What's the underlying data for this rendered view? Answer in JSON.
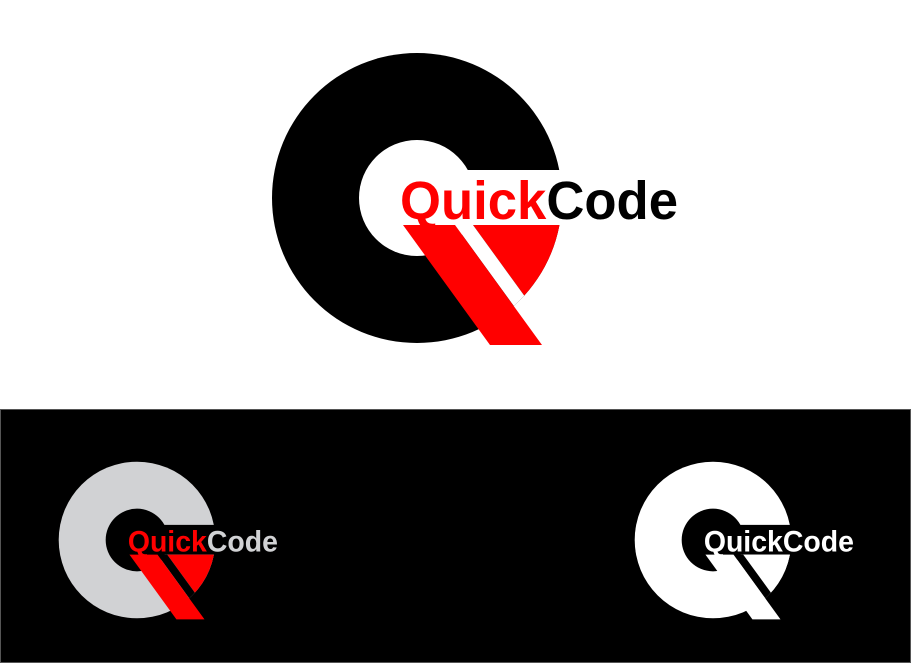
{
  "logo": {
    "word_1": "Quick",
    "word_2": "Code"
  },
  "colors": {
    "red": "#ff0000",
    "black": "#000000",
    "gray": "#d1d2d4",
    "white": "#ffffff"
  },
  "variants": [
    {
      "name": "primary-on-white"
    },
    {
      "name": "gray-red-on-black"
    },
    {
      "name": "white-on-black"
    }
  ]
}
